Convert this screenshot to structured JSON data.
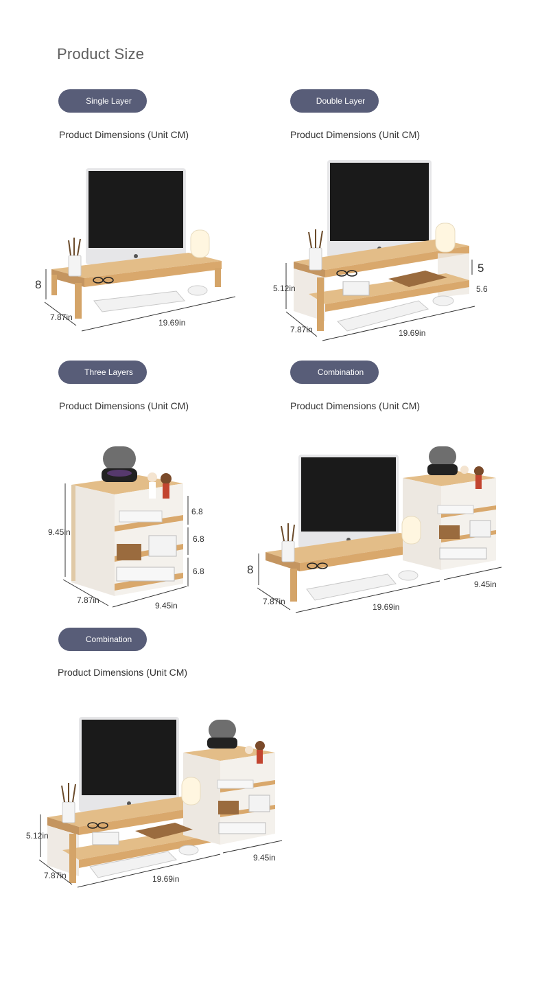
{
  "page": {
    "title": "Product Size"
  },
  "sections": [
    {
      "tab": "Single Layer",
      "subtitle": "Product Dimensions (Unit CM)",
      "dims": {
        "height": "8",
        "depth": "7.87in",
        "width": "19.69in"
      }
    },
    {
      "tab": "Double Layer",
      "subtitle": "Product Dimensions (Unit CM)",
      "dims": {
        "height": "5.12in",
        "depth": "7.87in",
        "width": "19.69in",
        "top": "5",
        "side": "5.6"
      }
    },
    {
      "tab": "Three Layers",
      "subtitle": "Product Dimensions (Unit CM)",
      "dims": {
        "height": "9.45in",
        "depth": "7.87in",
        "width": "9.45in",
        "shelf1": "6.8",
        "shelf2": "6.8",
        "shelf3": "6.8"
      }
    },
    {
      "tab": "Combination",
      "subtitle": "Product Dimensions (Unit CM)",
      "dims": {
        "height": "8",
        "depth": "7.87in",
        "width": "19.69in",
        "width2": "9.45in"
      }
    },
    {
      "tab": "Combination",
      "subtitle": "Product Dimensions (Unit CM)",
      "dims": {
        "height": "5.12in",
        "depth": "7.87in",
        "width": "19.69in",
        "width2": "9.45in"
      }
    }
  ],
  "colors": {
    "pill": "#585d78",
    "wood": "#d9b07a",
    "wood_dark": "#b88a52",
    "acrylic": "#ebe6df",
    "screen": "#1a1a1a",
    "monitor": "#e6e6e8"
  }
}
